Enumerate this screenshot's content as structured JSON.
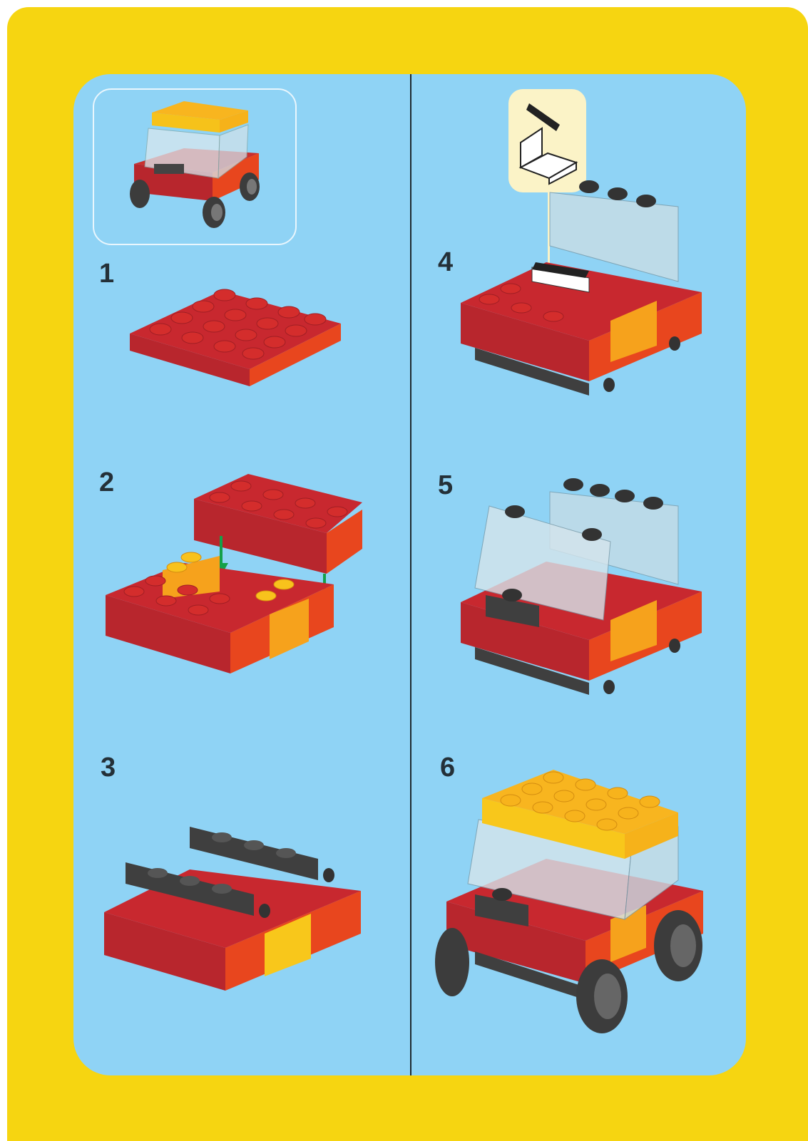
{
  "colors": {
    "page_background": "#f6d511",
    "panel_background": "#8fd3f5",
    "divider": "#1f2a30",
    "brick_red": "#b8262d",
    "brick_orange_red": "#e8461e",
    "brick_yellow": "#f6a21c",
    "brick_dark_grey": "#444444",
    "arrow_green": "#15a04a",
    "callout_background": "#fbf3c7"
  },
  "steps": [
    {
      "number": "1"
    },
    {
      "number": "2"
    },
    {
      "number": "3"
    },
    {
      "number": "4"
    },
    {
      "number": "5"
    },
    {
      "number": "6"
    }
  ],
  "icons": {
    "preview": "finished-car-icon",
    "step1": "red-plate-icon",
    "step2": "stack-bricks-icon",
    "step3": "chassis-axles-icon",
    "step4": "windshield-seat-icon",
    "step5": "front-window-icon",
    "step6": "complete-car-icon",
    "callout": "seat-piece-icon",
    "arrow": "down-arrow-icon"
  }
}
